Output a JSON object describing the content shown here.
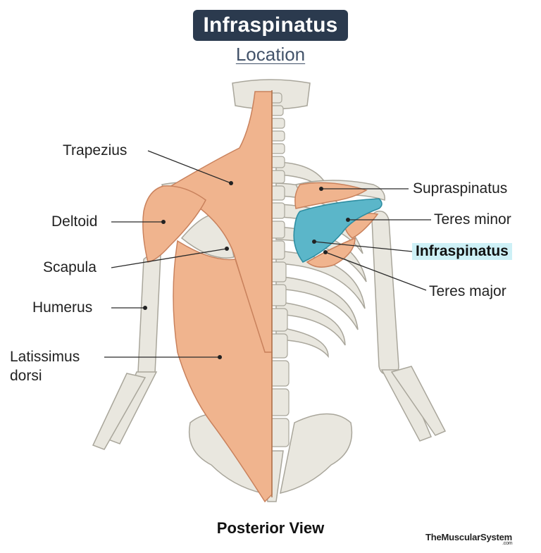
{
  "header": {
    "title": "Infraspinatus",
    "subtitle": "Location"
  },
  "labels": {
    "trapezius": "Trapezius",
    "deltoid": "Deltoid",
    "scapula": "Scapula",
    "humerus": "Humerus",
    "latissimus_line1": "Latissimus",
    "latissimus_line2": "dorsi",
    "supraspinatus": "Supraspinatus",
    "teres_minor": "Teres minor",
    "infraspinatus": "Infraspinatus",
    "teres_major": "Teres major"
  },
  "footer": {
    "view_caption": "Posterior View",
    "brand": "TheMuscularSystem",
    "brand_suffix": ".com"
  },
  "colors": {
    "title_background": "#2b3a4e",
    "muscle": "#f0b48e",
    "muscle_edge": "#c9825d",
    "highlight_muscle": "#5bb6c9",
    "bone": "#e9e7df",
    "bone_edge": "#a9a69b",
    "highlight_label_background": "#cdf0f6"
  }
}
